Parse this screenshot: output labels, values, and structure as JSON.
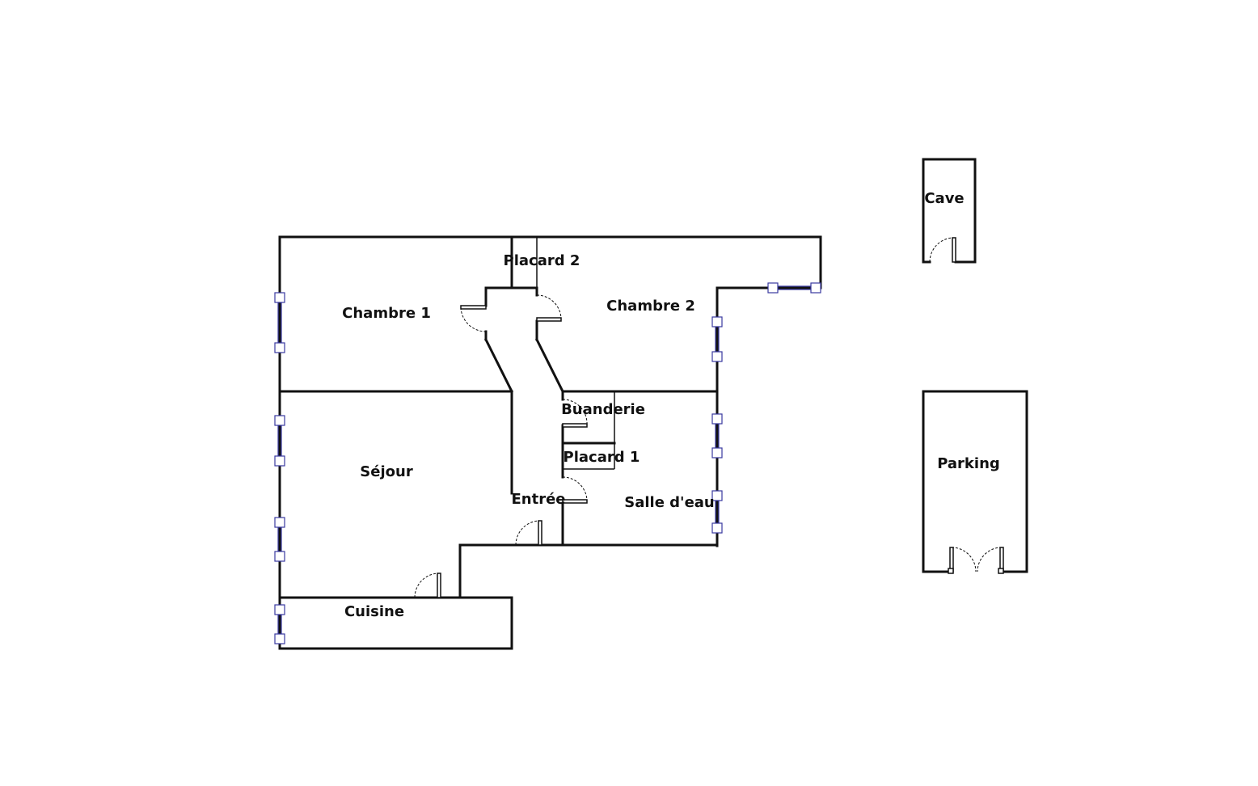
{
  "plan": {
    "rooms": {
      "chambre1": "Chambre 1",
      "chambre2": "Chambre 2",
      "placard2": "Placard 2",
      "buanderie": "Buanderie",
      "placard1": "Placard 1",
      "sejour": "Séjour",
      "entree": "Entrée",
      "salle_eau": "Salle d'eau",
      "cuisine": "Cuisine",
      "cave": "Cave",
      "parking": "Parking"
    },
    "colors": {
      "wall": "#111111",
      "window": "#3a3aa0",
      "background": "#ffffff"
    }
  }
}
